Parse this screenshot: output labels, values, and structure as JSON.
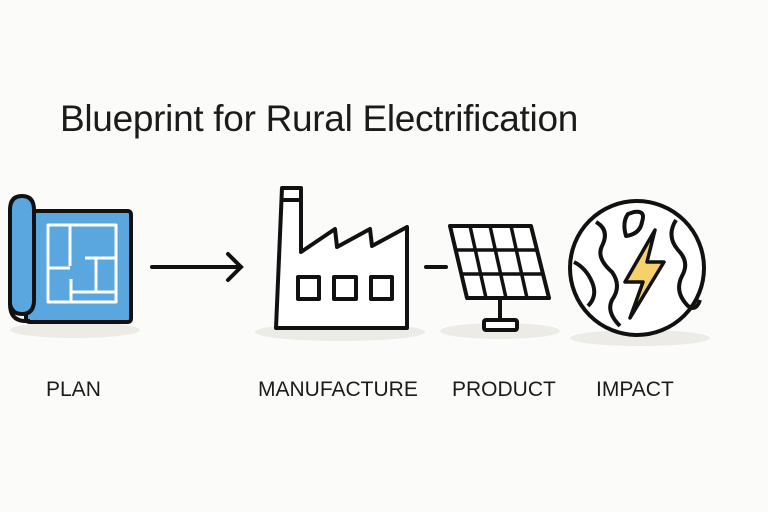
{
  "title": "Blueprint for Rural Electrification",
  "stages": [
    {
      "label": "PLAN",
      "icon": "blueprint-icon"
    },
    {
      "label": "MANUFACTURE",
      "icon": "factory-icon"
    },
    {
      "label": "PRODUCT",
      "icon": "solar-panel-icon"
    },
    {
      "label": "IMPACT",
      "icon": "globe-lightning-icon"
    }
  ],
  "colors": {
    "blueprint": "#5aa6de",
    "lightning": "#f6d06b",
    "stroke": "#111111"
  }
}
